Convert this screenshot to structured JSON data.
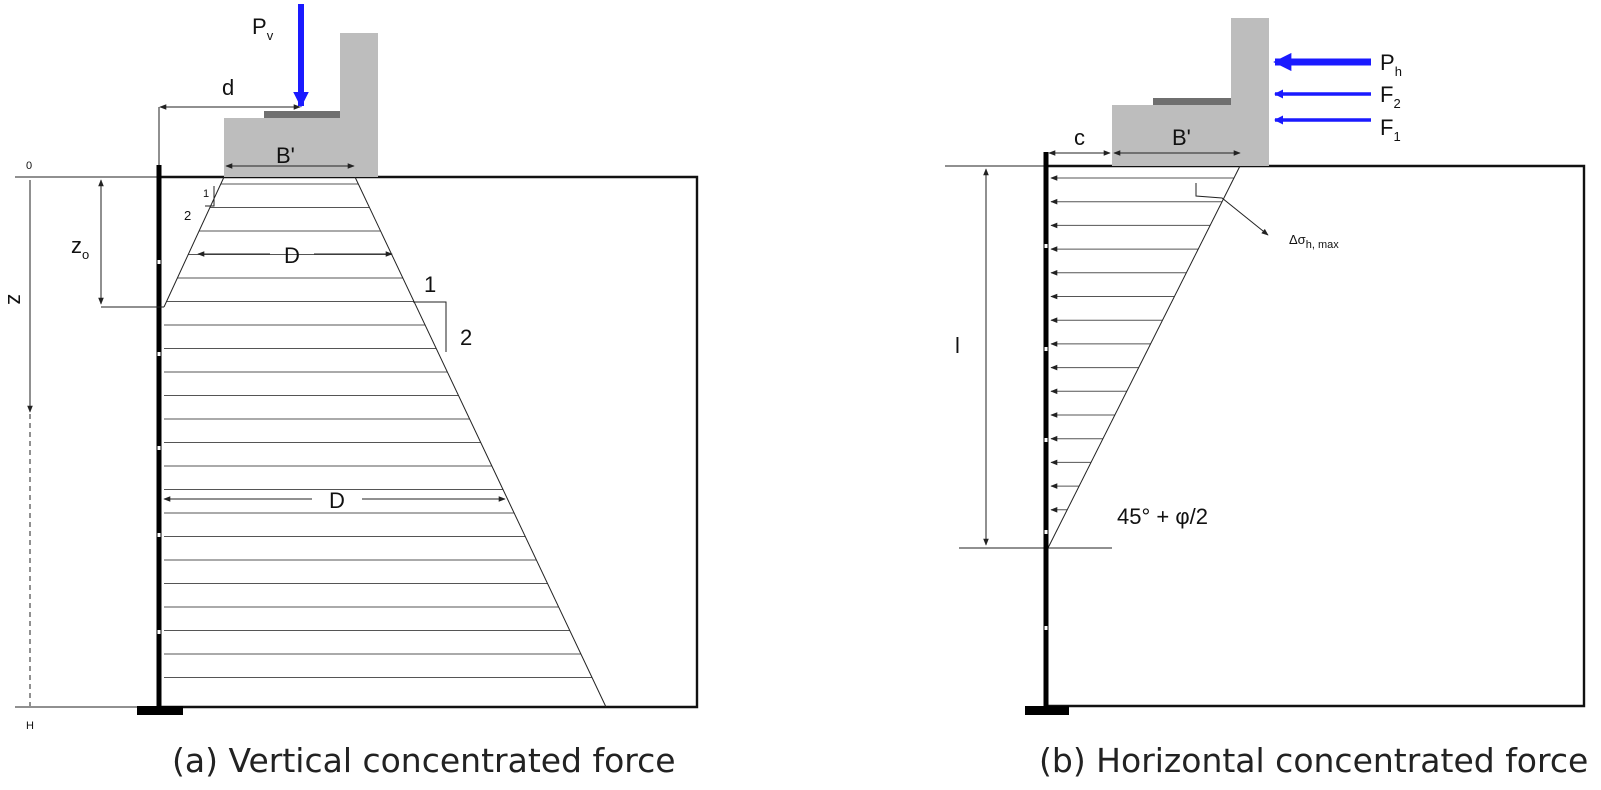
{
  "panel_a": {
    "caption": "(a) Vertical concentrated force",
    "force": {
      "symbol": "P",
      "subscript": "v"
    },
    "labels": {
      "d": "d",
      "footing_width": "B'",
      "z0": "z",
      "z0_sub": "o",
      "z": "z",
      "depth_zero": "0",
      "depth_bottom": "H",
      "spread_width_upper": "D",
      "spread_width_lower": "D",
      "slope_small_run": "1",
      "slope_small_rise": "2",
      "slope_run": "1",
      "slope_rise": "2"
    }
  },
  "panel_b": {
    "caption": "(b) Horizontal concentrated force",
    "forces": [
      {
        "symbol": "P",
        "subscript": "h"
      },
      {
        "symbol": "F",
        "subscript": "2"
      },
      {
        "symbol": "F",
        "subscript": "1"
      }
    ],
    "labels": {
      "c": "c",
      "footing_width": "B'",
      "l": "l",
      "delta_sigma": "Δσ",
      "delta_sigma_sub": "h, max",
      "angle": "45° + φ/2"
    }
  },
  "colors": {
    "force_arrow": "#1a1aff",
    "footing": "#bdbdbd",
    "footing_plate": "#6f6f6f",
    "lines": "#111111"
  }
}
